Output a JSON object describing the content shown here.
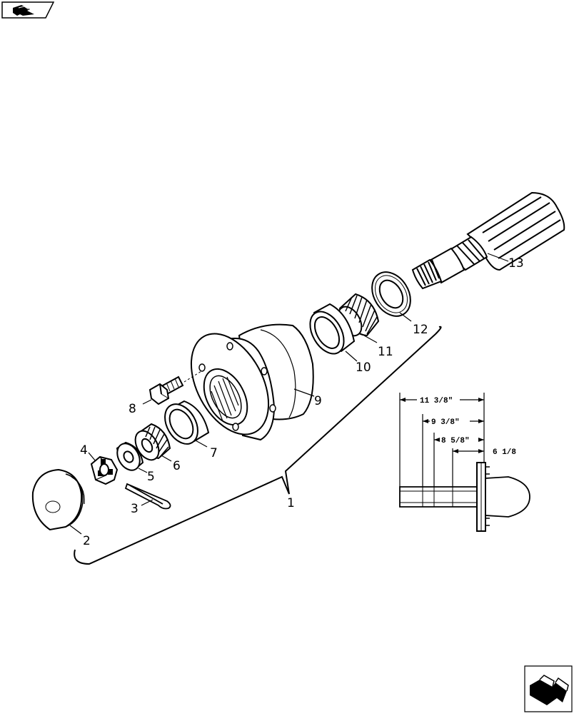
{
  "callouts": {
    "c1": "1",
    "c2": "2",
    "c3": "3",
    "c4": "4",
    "c5": "5",
    "c6": "6",
    "c7": "7",
    "c8": "8",
    "c9": "9",
    "c10": "10",
    "c11": "11",
    "c12": "12",
    "c13": "13"
  },
  "dimensions": {
    "d1": "11 3/8\"",
    "d2": "9 3/8\"",
    "d3": "8 5/8\"",
    "d4": "6 1/8"
  },
  "navigation": {
    "prev_icon": "previous-page-arrow-icon",
    "next_icon": "next-page-arrow-icon"
  },
  "colors": {
    "line": "#000000",
    "background": "#ffffff"
  }
}
